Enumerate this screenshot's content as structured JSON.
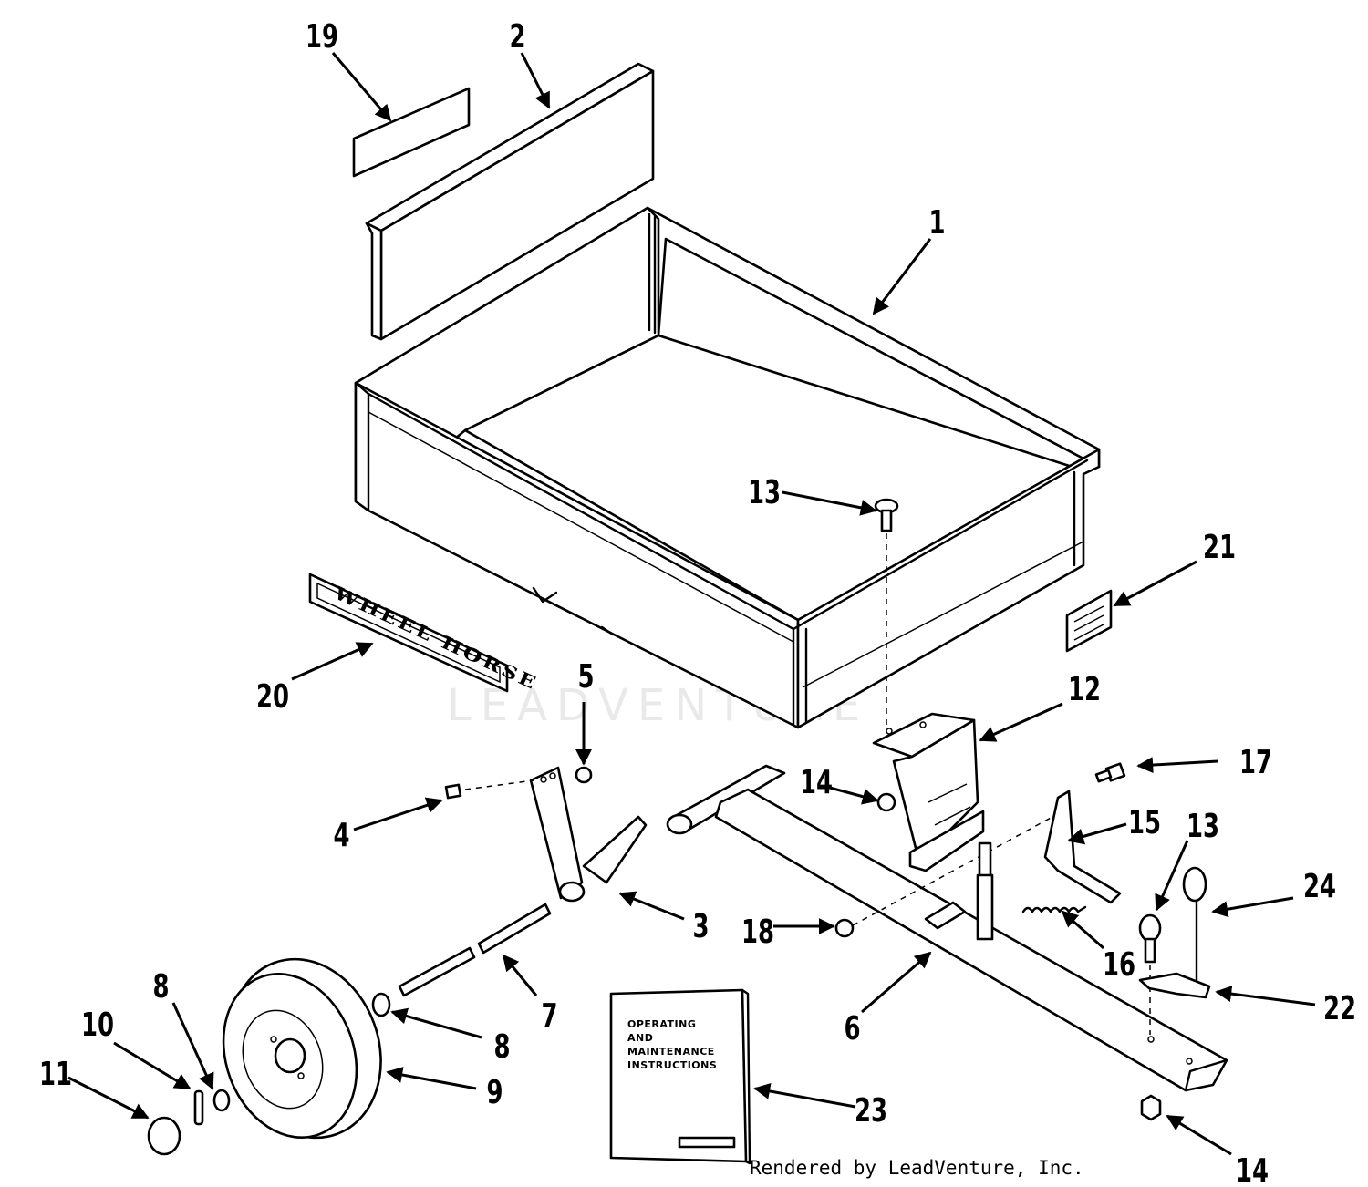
{
  "callouts": {
    "c1": "1",
    "c2": "2",
    "c3": "3",
    "c4": "4",
    "c5": "5",
    "c6": "6",
    "c7": "7",
    "c8a": "8",
    "c8b": "8",
    "c9": "9",
    "c10": "10",
    "c11": "11",
    "c12": "12",
    "c13a": "13",
    "c13b": "13",
    "c14a": "14",
    "c14b": "14",
    "c15": "15",
    "c16": "16",
    "c17": "17",
    "c18": "18",
    "c19": "19",
    "c20": "20",
    "c21": "21",
    "c22": "22",
    "c23": "23",
    "c24": "24"
  },
  "manual": {
    "line1": "OPERATING",
    "line2": "AND",
    "line3": "MAINTENANCE",
    "line4": "INSTRUCTIONS"
  },
  "decal": {
    "text": "WHEEL HORSE"
  },
  "watermark": {
    "text": "LEADVENTURE"
  },
  "credit": {
    "text": "Rendered by LeadVenture, Inc."
  }
}
